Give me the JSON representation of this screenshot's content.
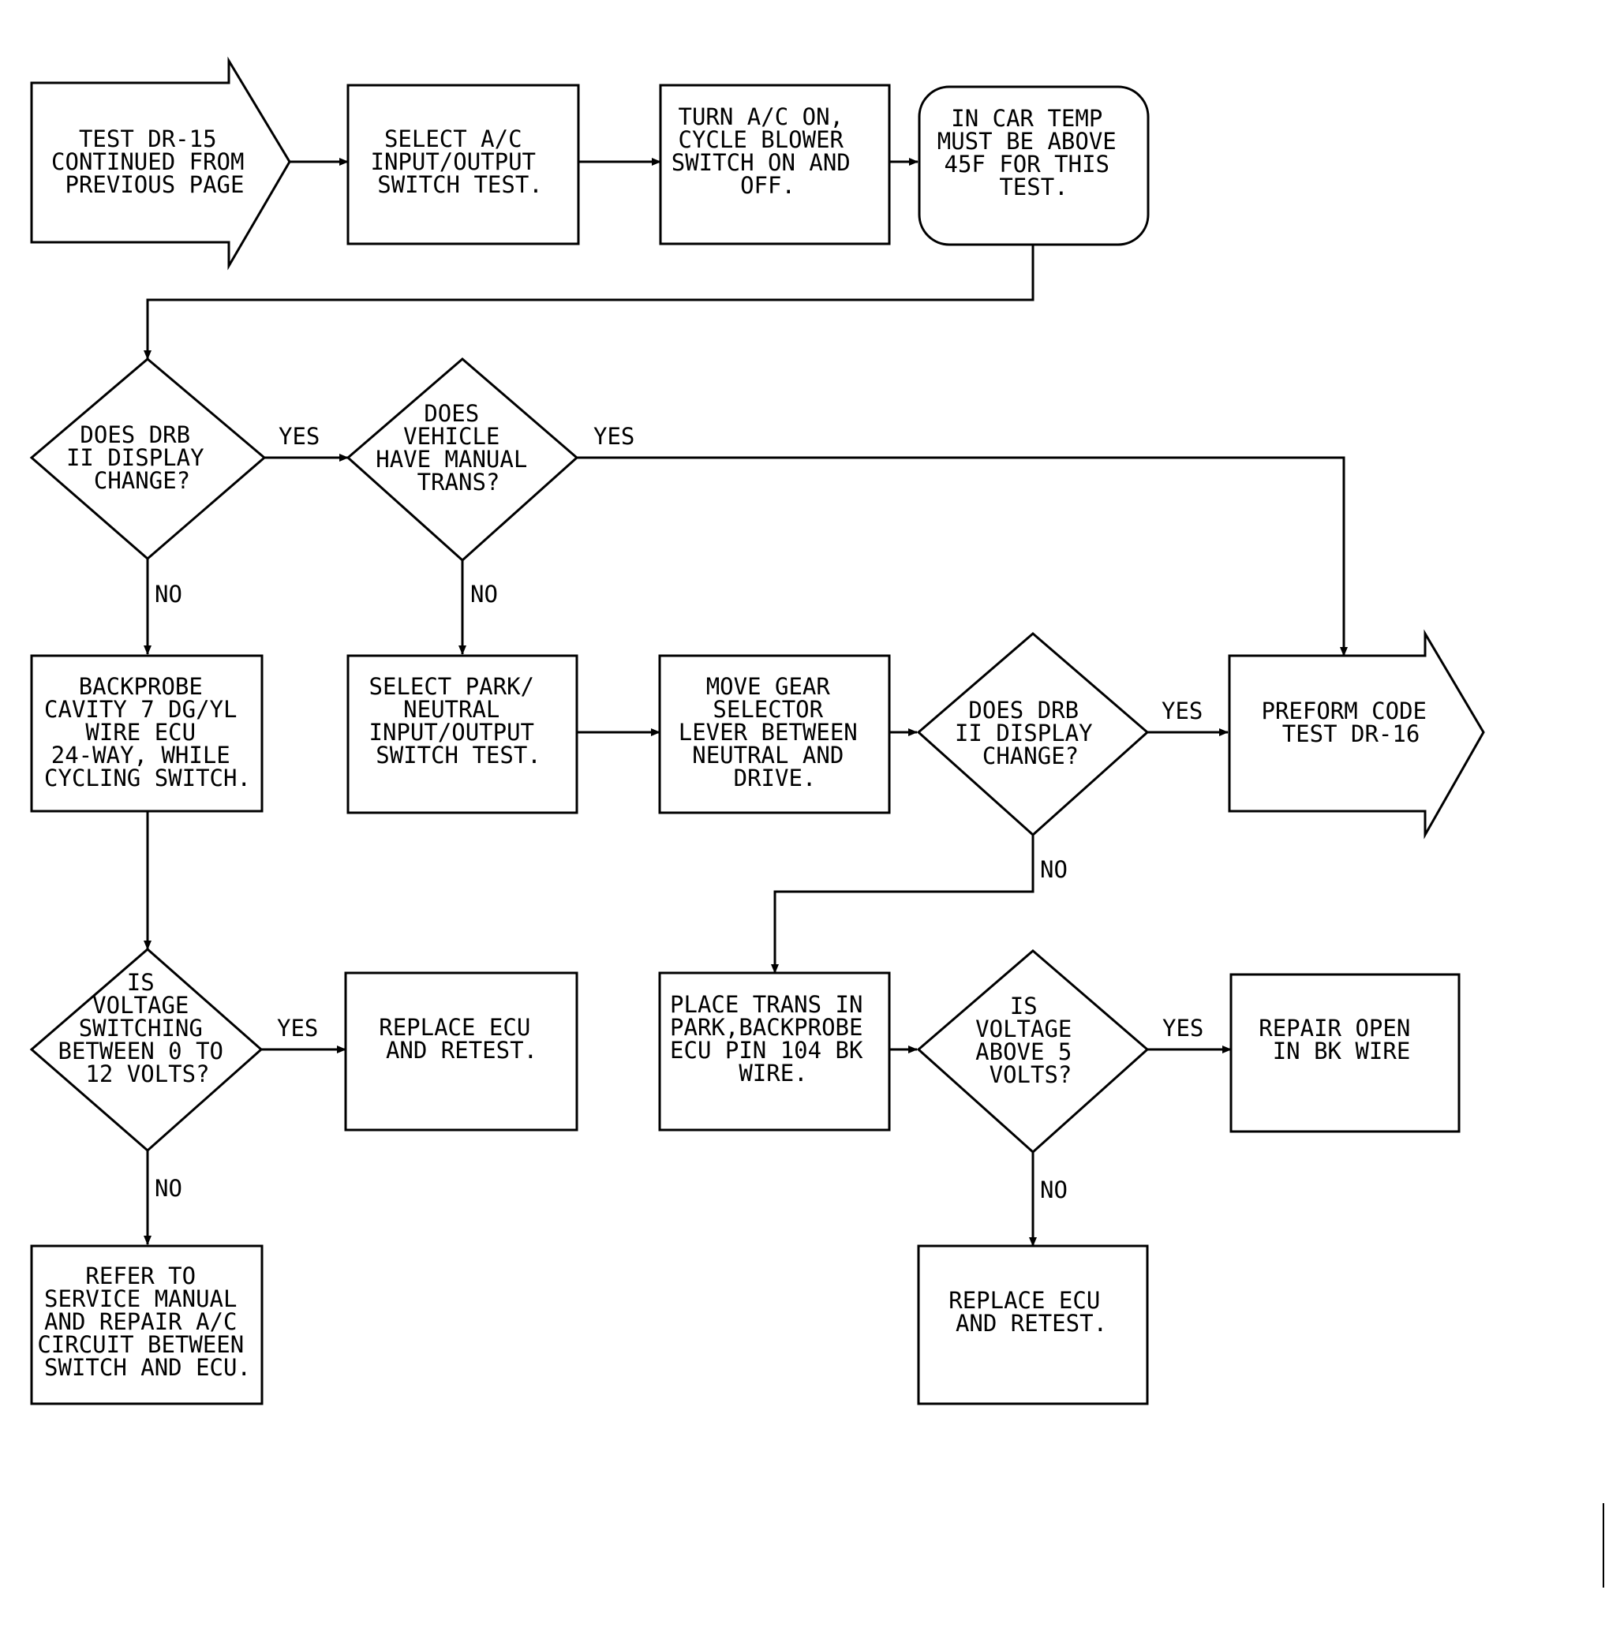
{
  "nodes": {
    "start": {
      "lines": [
        "TEST DR-15",
        "CONTINUED FROM",
        "PREVIOUS PAGE"
      ]
    },
    "select_ac": {
      "lines": [
        "SELECT A/C",
        "INPUT/OUTPUT",
        "SWITCH TEST."
      ]
    },
    "turn_ac_on": {
      "lines": [
        "TURN A/C ON,",
        "CYCLE BLOWER",
        "SWITCH ON AND",
        "OFF."
      ]
    },
    "temp_note": {
      "lines": [
        "IN CAR TEMP",
        "MUST BE ABOVE",
        "45F FOR THIS",
        "TEST."
      ]
    },
    "q_display1": {
      "lines": [
        "DOES DRB",
        "II DISPLAY",
        "CHANGE?"
      ]
    },
    "q_manual": {
      "lines": [
        "DOES",
        "VEHICLE",
        "HAVE MANUAL",
        "TRANS?"
      ]
    },
    "backprobe7": {
      "lines": [
        "BACKPROBE",
        "CAVITY 7 DG/YL",
        "WIRE ECU",
        "24-WAY, WHILE",
        "CYCLING SWITCH."
      ]
    },
    "select_park": {
      "lines": [
        "SELECT PARK/",
        "NEUTRAL",
        "INPUT/OUTPUT",
        "SWITCH TEST."
      ]
    },
    "move_gear": {
      "lines": [
        "MOVE GEAR",
        "SELECTOR",
        "LEVER BETWEEN",
        "NEUTRAL AND",
        "DRIVE."
      ]
    },
    "q_display2": {
      "lines": [
        "DOES DRB",
        "II DISPLAY",
        "CHANGE?"
      ]
    },
    "dr16": {
      "lines": [
        "PREFORM CODE",
        "TEST DR-16"
      ]
    },
    "q_volt_switch": {
      "lines": [
        "IS",
        "VOLTAGE",
        "SWITCHING",
        "BETWEEN 0 TO",
        "12 VOLTS?"
      ]
    },
    "replace_ecu1": {
      "lines": [
        "REPLACE ECU",
        "AND RETEST."
      ]
    },
    "place_trans": {
      "lines": [
        "PLACE TRANS IN",
        "PARK,BACKPROBE",
        "ECU PIN 104 BK",
        "WIRE."
      ]
    },
    "q_volt_above5": {
      "lines": [
        "IS",
        "VOLTAGE",
        "ABOVE 5",
        "VOLTS?"
      ]
    },
    "repair_open": {
      "lines": [
        "REPAIR OPEN",
        "IN BK WIRE"
      ]
    },
    "refer_manual": {
      "lines": [
        "REFER TO",
        "SERVICE MANUAL",
        "AND REPAIR A/C",
        "CIRCUIT BETWEEN",
        "SWITCH AND ECU."
      ]
    },
    "replace_ecu2": {
      "lines": [
        "REPLACE ECU",
        "AND RETEST."
      ]
    }
  },
  "edge_labels": {
    "display1_yes": "YES",
    "display1_no": "NO",
    "manual_yes": "YES",
    "manual_no": "NO",
    "display2_yes": "YES",
    "display2_no": "NO",
    "volt_switch_yes": "YES",
    "volt_switch_no": "NO",
    "above5_yes": "YES",
    "above5_no": "NO"
  }
}
